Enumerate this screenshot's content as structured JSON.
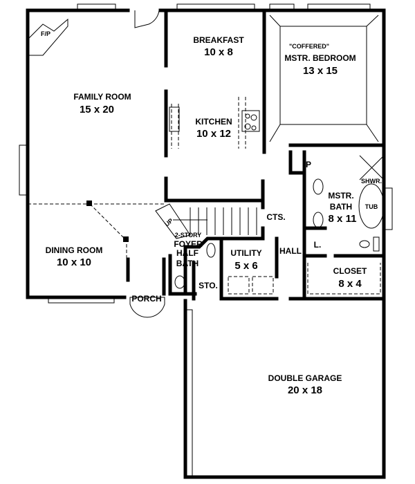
{
  "rooms": {
    "fireplace": "F/P",
    "breakfast": {
      "name": "BREAKFAST",
      "size": "10 x 8"
    },
    "master_bedroom": {
      "note": "\"COFFERED\"",
      "name": "MSTR. BEDROOM",
      "size": "13 x 15"
    },
    "family_room": {
      "name": "FAMILY ROOM",
      "size": "15 x 20"
    },
    "kitchen": {
      "name": "KITCHEN",
      "size": "10 x 12"
    },
    "pantry": "P",
    "shower": "SHWR.",
    "master_bath": {
      "name_line1": "MSTR.",
      "name_line2": "BATH",
      "size": "8 x 11"
    },
    "tub": "TUB",
    "closets": "CTS.",
    "stairs": "UP",
    "foyer": {
      "note": "2-STORY",
      "name": "FOYER"
    },
    "dining_room": {
      "name": "DINING ROOM",
      "size": "10 x 10"
    },
    "half_bath": {
      "name_line1": "HALF",
      "name_line2": "BATH"
    },
    "utility": {
      "name": "UTILITY",
      "size": "5 x 6"
    },
    "hall": "HALL",
    "linen": "L.",
    "closet": {
      "name": "CLOSET",
      "size": "8 x 4"
    },
    "storage": "STO.",
    "porch": "PORCH",
    "garage": {
      "name": "DOUBLE GARAGE",
      "size": "20 x 18"
    }
  }
}
